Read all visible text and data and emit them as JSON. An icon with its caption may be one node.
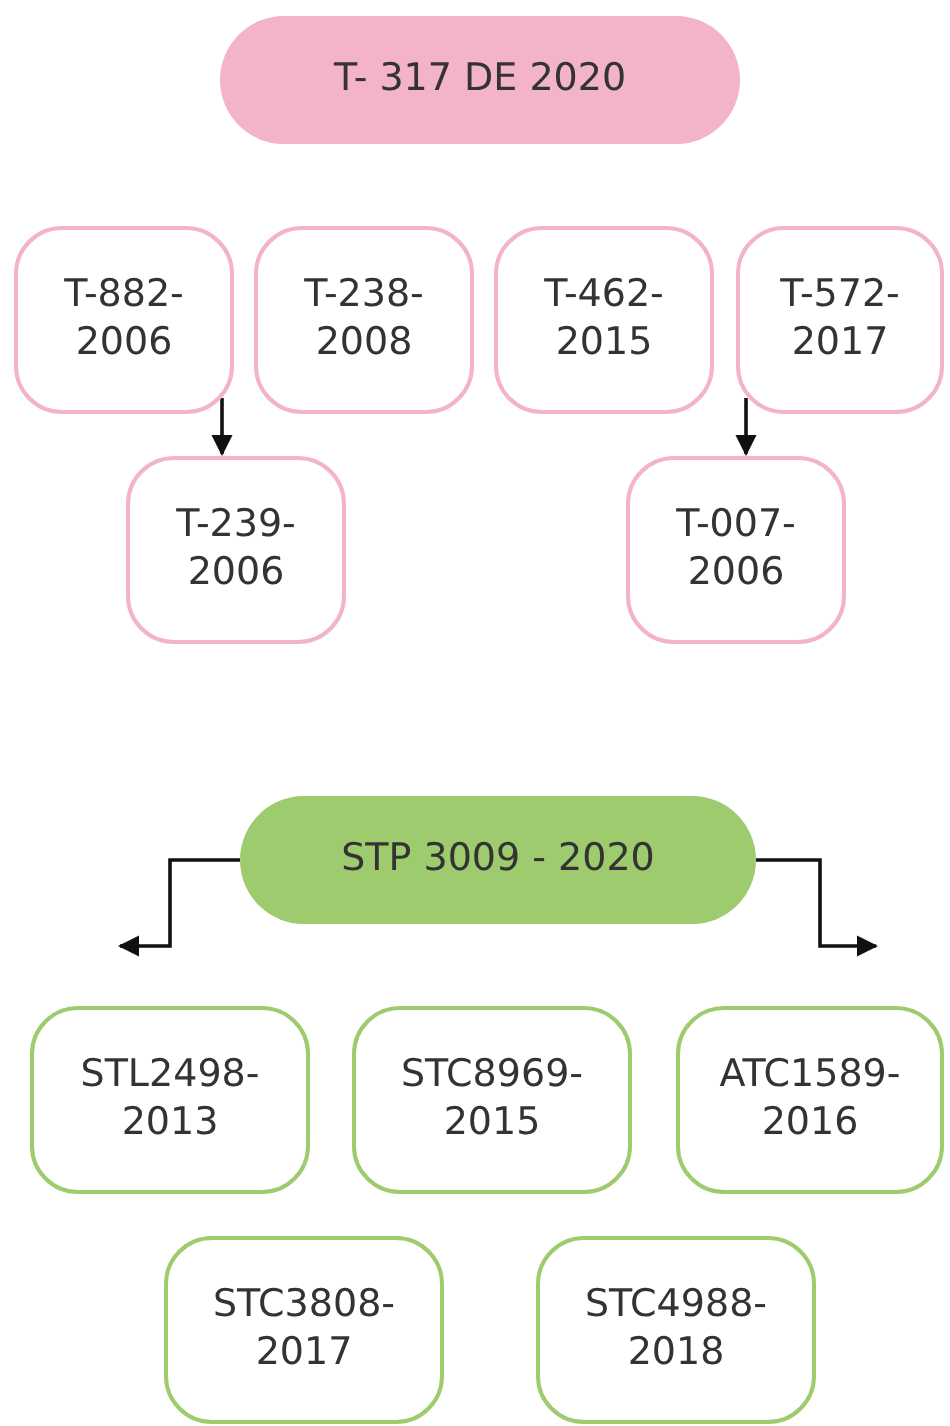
{
  "diagram": {
    "nodes": [
      {
        "text": [
          "T- 317 DE 2020"
        ]
      },
      {
        "text": [
          "T-882- 2006"
        ]
      },
      {
        "text": [
          "T-238- 2008"
        ]
      },
      {
        "text": [
          "T-239- 2006"
        ]
      },
      {
        "text": [
          "T-462- 2015"
        ]
      },
      {
        "text": [
          "T-572- 2017"
        ]
      },
      {
        "text": [
          "T-007- 2006"
        ]
      },
      {
        "text": [
          "STP 3009 - 2020"
        ]
      },
      {
        "text": [
          "STL2498- 2013"
        ]
      },
      {
        "text": [
          "STC8969- 2015"
        ]
      },
      {
        "text": [
          "ATC1589- 2016"
        ]
      },
      {
        "text": [
          "STC3808- 2017"
        ]
      },
      {
        "text": [
          "STC4988- 2018"
        ]
      }
    ],
    "edges": [
      {
        "from": 1,
        "to": 3,
        "arrow": "to"
      },
      {
        "from": 5,
        "to": 6,
        "arrow": "to"
      },
      {
        "from": 7,
        "to": 8,
        "arrow": "to"
      },
      {
        "from": 7,
        "to": 10,
        "arrow": "to"
      }
    ]
  }
}
